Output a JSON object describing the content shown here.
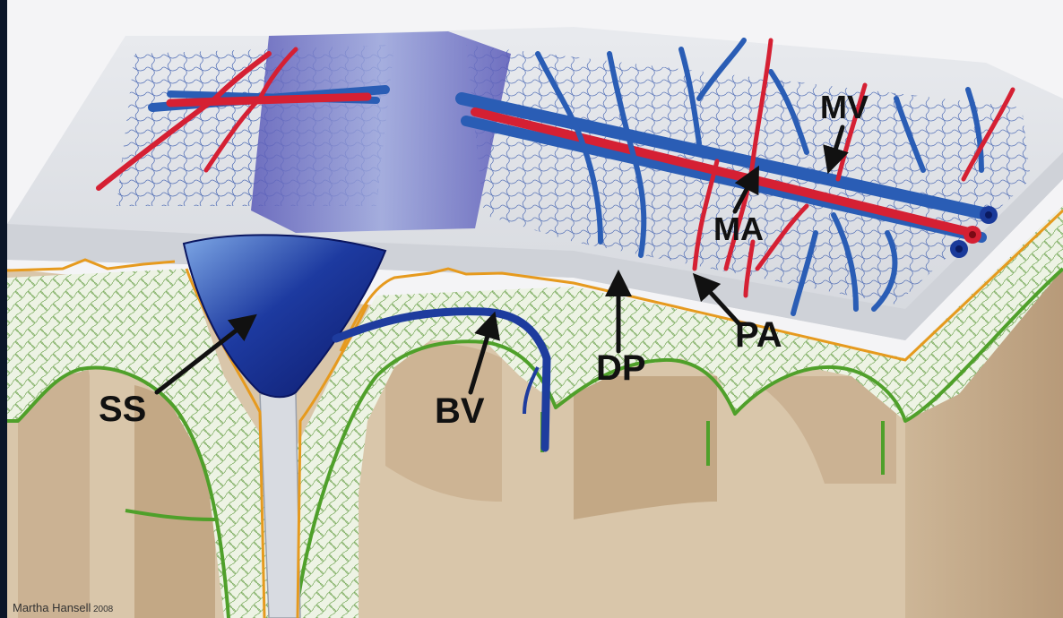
{
  "labels": {
    "ss": "SS",
    "bv": "BV",
    "dp": "DP",
    "pa": "PA",
    "ma": "MA",
    "mv": "MV"
  },
  "credit": {
    "author": "Martha Hansell",
    "year": "2008"
  },
  "colors": {
    "background_frame": "#0b1628",
    "brain_tissue": "#d6c2a6",
    "brain_tissue_dark": "#b89a78",
    "pia_line": "#4fa02a",
    "arachnoid_mesh": "#5a9a3a",
    "dura_line": "#e69a1e",
    "dura_surface": "#d7d9de",
    "sinus": "#1a2c8c",
    "artery": "#d52033",
    "vein": "#2a5db5",
    "capillary": "#1f3f9a",
    "label_arrow": "#111111"
  }
}
